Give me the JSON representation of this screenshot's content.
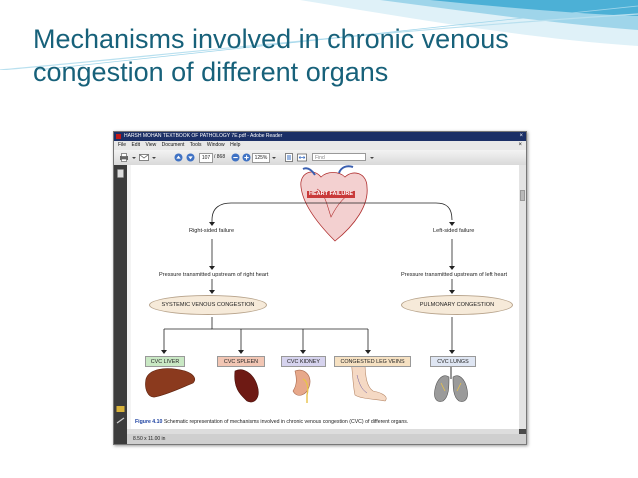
{
  "slide": {
    "title_line1": "Mechanisms involved in chronic venous",
    "title_line2": "congestion of different organs",
    "colors": {
      "title": "#17617a",
      "swoosh": "#4cb0d6"
    }
  },
  "reader_window": {
    "title": "HARSH MOHAN TEXTBOOK OF PATHOLOGY 7E.pdf - Adobe Reader",
    "close": "×",
    "menu": [
      "File",
      "Edit",
      "View",
      "Document",
      "Tools",
      "Window",
      "Help"
    ],
    "toolbar": {
      "page_current": "107",
      "page_total": "/ 868",
      "zoom": "125%",
      "find_placeholder": "Find"
    },
    "status": "8.50 x 11.00 in",
    "icons": [
      "print-icon",
      "email-icon",
      "prev-page-icon",
      "next-page-icon",
      "zoom-out-icon",
      "zoom-in-icon",
      "fit-page-icon",
      "fit-width-icon",
      "dropdown-icon"
    ]
  },
  "diagram": {
    "heart_label": "HEART FAILURE",
    "left_branch": "Right-sided failure",
    "right_branch": "Left-sided failure",
    "left_pressure": "Pressure transmitted upstream of right heart",
    "right_pressure": "Pressure transmitted upstream of left heart",
    "left_oval": "SYSTEMIC VENOUS CONGESTION",
    "right_oval": "PULMONARY CONGESTION",
    "organs": [
      {
        "label": "CVC LIVER",
        "color": "#c9e8c4"
      },
      {
        "label": "CVC SPLEEN",
        "color": "#f2c6b4"
      },
      {
        "label": "CVC KIDNEY",
        "color": "#d6d3ee"
      },
      {
        "label": "CONGESTED LEG VEINS",
        "color": "#f6e1c2"
      },
      {
        "label": "CVC LUNGS",
        "color": "#dfe6f3"
      }
    ],
    "caption_figure": "Figure 4.10",
    "caption_text": "Schematic representation of mechanisms involved in chronic venous congestion (CVC) of different organs."
  }
}
